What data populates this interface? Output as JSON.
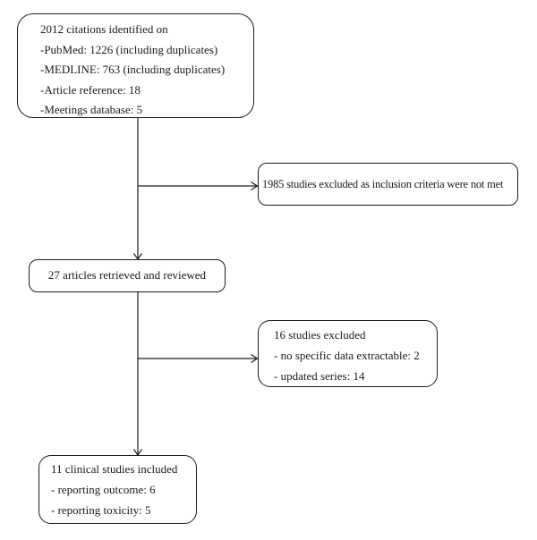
{
  "diagram": {
    "type": "flowchart",
    "colors": {
      "background": "#ffffff",
      "line": "#1c1c1c",
      "text": "#1a1a1a"
    },
    "boxes": {
      "identified": {
        "lines": [
          "2012 citations identified on",
          "-PubMed: 1226 (including duplicates)",
          "-MEDLINE: 763 (including duplicates)",
          "-Article reference: 18",
          "-Meetings database: 5"
        ]
      },
      "excluded_first": {
        "text": "1985 studies excluded as inclusion criteria were not met"
      },
      "retrieved": {
        "text": "27 articles retrieved and reviewed"
      },
      "excluded_second": {
        "lines": [
          "16 studies excluded",
          "- no specific data extractable: 2",
          "- updated series: 14"
        ]
      },
      "included": {
        "lines": [
          "11 clinical studies included",
          "- reporting outcome: 6",
          "- reporting toxicity: 5"
        ]
      }
    }
  }
}
